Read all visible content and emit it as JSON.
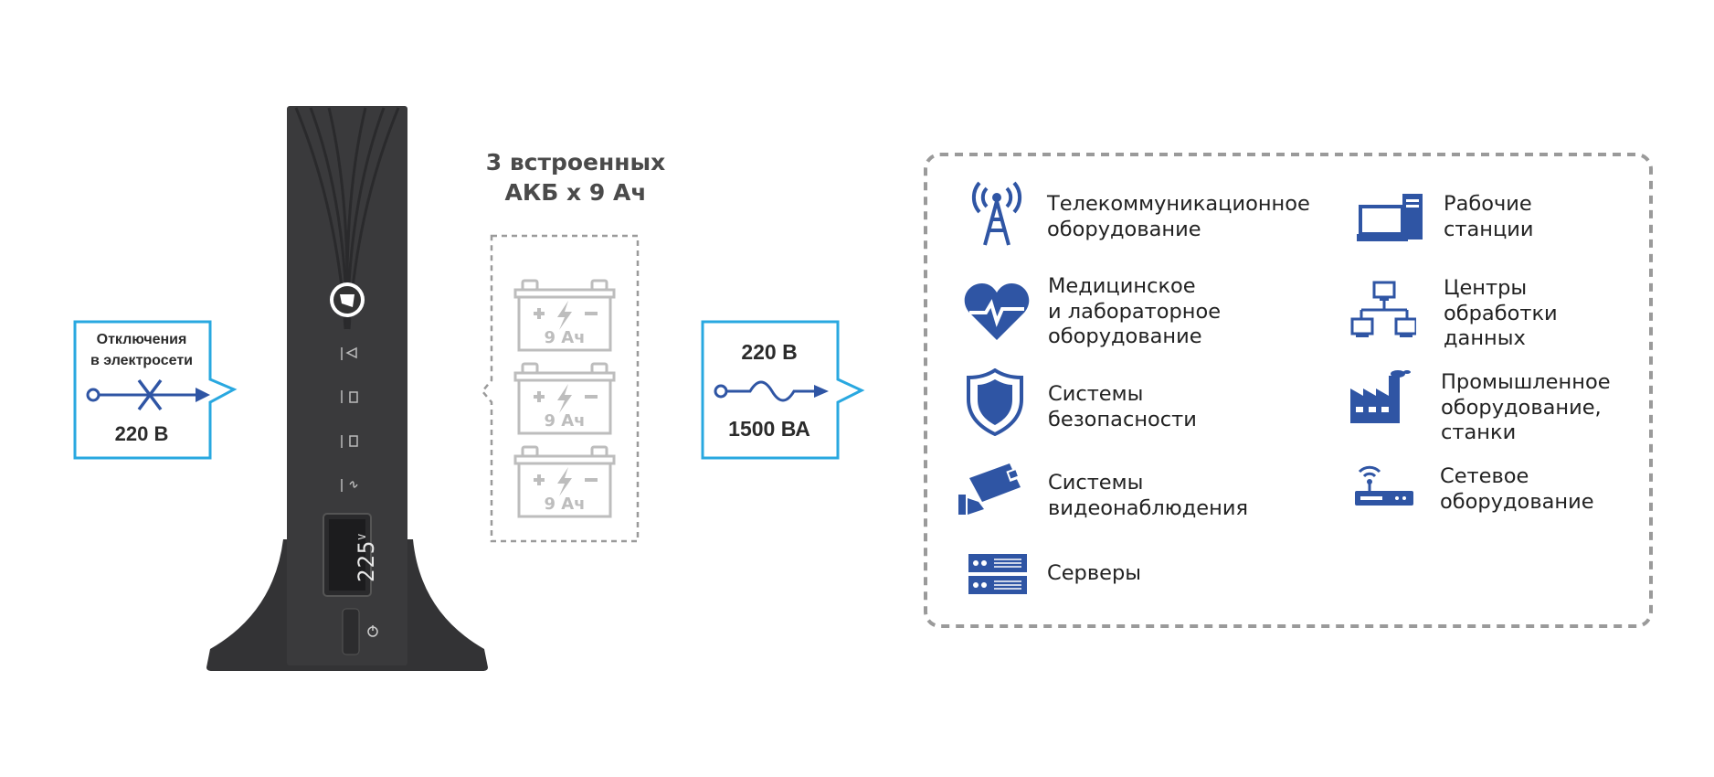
{
  "power_outage": {
    "line1": "Отключения",
    "line2": "в электросети",
    "voltage": "220 В"
  },
  "batteries": {
    "title_line1": "3 встроенных",
    "title_line2": "АКБ х 9 Ач",
    "items": [
      {
        "capacity": "9 Ач"
      },
      {
        "capacity": "9 Ач"
      },
      {
        "capacity": "9 Ач"
      }
    ]
  },
  "ups_display": {
    "reading": "225",
    "unit": "V"
  },
  "output": {
    "voltage": "220 В",
    "power": "1500 ВА"
  },
  "applications": [
    {
      "icon": "antenna-tower-icon",
      "label": "Телекоммуникационное\nоборудование"
    },
    {
      "icon": "heart-pulse-icon",
      "label": "Медицинское\nи лабораторное\nоборудование"
    },
    {
      "icon": "shield-icon",
      "label": "Системы\nбезопасности"
    },
    {
      "icon": "cctv-camera-icon",
      "label": "Системы\nвидеонаблюдения"
    },
    {
      "icon": "server-icon",
      "label": "Серверы"
    },
    {
      "icon": "workstation-icon",
      "label": "Рабочие\nстанции"
    },
    {
      "icon": "network-computers-icon",
      "label": "Центры\nобработки\nданных"
    },
    {
      "icon": "factory-icon",
      "label": "Промышленное\nоборудование,\nстанки"
    },
    {
      "icon": "router-icon",
      "label": "Сетевое\nоборудование"
    }
  ],
  "colors": {
    "icon_blue": "#2f55a4",
    "callout_border": "#29a8e0",
    "ups_body": "#3a3a3c",
    "dashed_gray": "#9a9a9a",
    "battery_gray": "#bdbdbd"
  }
}
